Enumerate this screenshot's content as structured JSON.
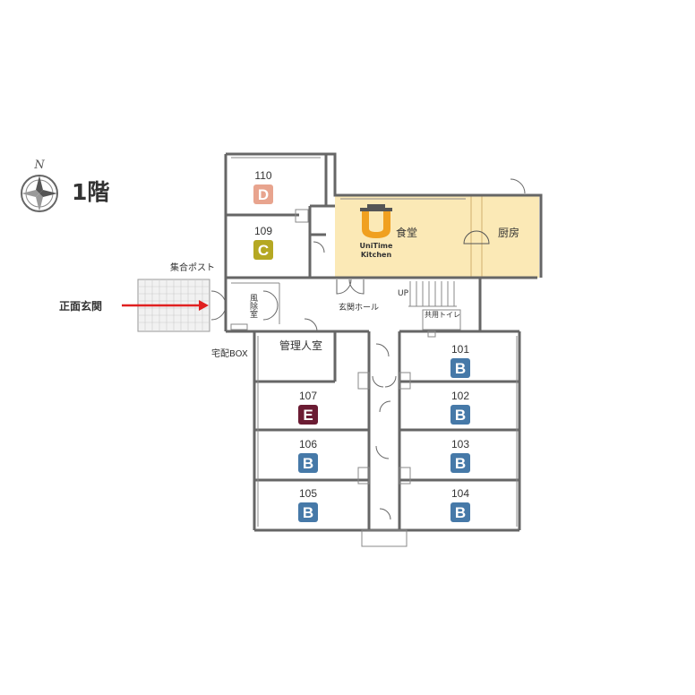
{
  "floor": {
    "label": "1階",
    "compass_letter": "N"
  },
  "entrance": {
    "label": "正面玄関",
    "arrow_color": "#e02020"
  },
  "labels": {
    "mailbox": "集合ポスト",
    "vestibule": "風除室",
    "delivery_box": "宅配BOX",
    "entrance_hall": "玄関ホール",
    "stairs_up": "UP",
    "shared_toilet": "共用トイレ",
    "manager_room": "管理人室",
    "dining": "食堂",
    "kitchen": "厨房",
    "logo_line1": "UniTime",
    "logo_line2": "Kitchen"
  },
  "rooms": [
    {
      "number": "110",
      "type": "D",
      "color": "#e8a48e"
    },
    {
      "number": "109",
      "type": "C",
      "color": "#b5a823"
    },
    {
      "number": "107",
      "type": "E",
      "color": "#6b1c33"
    },
    {
      "number": "106",
      "type": "B",
      "color": "#4679a8"
    },
    {
      "number": "105",
      "type": "B",
      "color": "#4679a8"
    },
    {
      "number": "101",
      "type": "B",
      "color": "#4679a8"
    },
    {
      "number": "102",
      "type": "B",
      "color": "#4679a8"
    },
    {
      "number": "103",
      "type": "B",
      "color": "#4679a8"
    },
    {
      "number": "104",
      "type": "B",
      "color": "#4679a8"
    }
  ],
  "colors": {
    "dining_fill": "#fbe9b6",
    "wall": "#666666",
    "logo": "#f0a020"
  }
}
